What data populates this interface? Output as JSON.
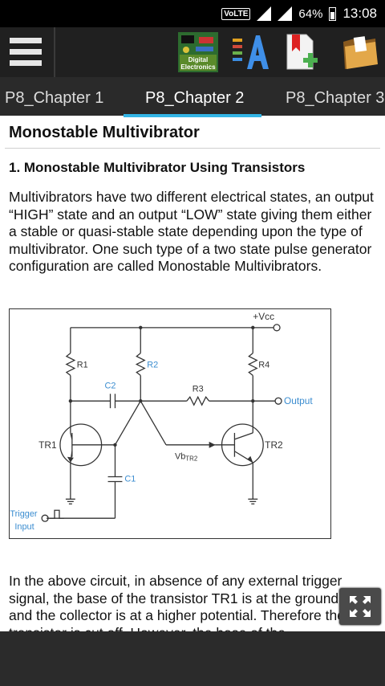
{
  "status": {
    "volte": "VoLTE",
    "battery": "64%",
    "time": "13:08"
  },
  "toolbar": {
    "icons": [
      "menu-icon",
      "digital-electronics-icon",
      "font-icon",
      "bookmark-add-icon",
      "folder-icon"
    ],
    "logo_line1": "Digital",
    "logo_line2": "Electronics"
  },
  "tabs": [
    {
      "label": "P8_Chapter 1",
      "active": false
    },
    {
      "label": "P8_Chapter 2",
      "active": true
    },
    {
      "label": "P8_Chapter 3",
      "active": false
    }
  ],
  "accent": "#33b5e5",
  "article": {
    "title": "Monostable Multivibrator",
    "section": "1. Monostable Multivibrator Using Transistors",
    "para1": "Multivibrators have two different electrical states, an output “HIGH” state and an output “LOW” state giving them either a stable or quasi-stable state depending upon the type of multivibrator. One such type of a two state pulse generator configuration are called Monostable Multivibrators.",
    "para2": "In the above circuit, in absence of any external trigger signal, the base of the transistor TR1 is at the ground level and the collector is at a higher potential. Therefore the transistor is cut off. However, the base of the"
  },
  "circuit": {
    "vcc": "+Vcc",
    "r1": "R1",
    "r2": "R2",
    "r3": "R3",
    "r4": "R4",
    "c1": "C1",
    "c2": "C2",
    "tr1": "TR1",
    "tr2": "TR2",
    "vb": "Vb",
    "vb_sub": "TR2",
    "output": "Output",
    "trigger": "Trigger",
    "input": "Input"
  }
}
